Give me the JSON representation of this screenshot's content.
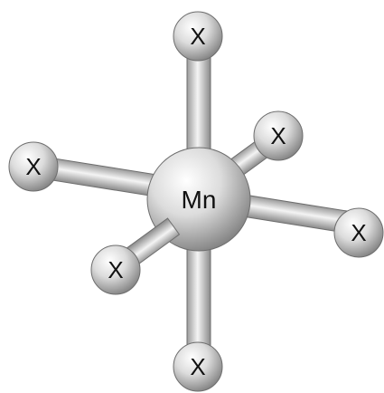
{
  "central_atom": {
    "label": "Mn"
  },
  "ligands": [
    {
      "id": "top",
      "label": "X"
    },
    {
      "id": "back-right",
      "label": "X"
    },
    {
      "id": "left",
      "label": "X"
    },
    {
      "id": "right",
      "label": "X"
    },
    {
      "id": "front-left",
      "label": "X"
    },
    {
      "id": "bottom",
      "label": "X"
    }
  ],
  "colors": {
    "sphere_highlight": "#ffffff",
    "sphere_mid": "#d4d4d4",
    "sphere_shadow": "#7a7a7a",
    "bond_light": "#f2f2f2",
    "bond_dark": "#8c8c8c",
    "outline": "#6e6e6e"
  }
}
